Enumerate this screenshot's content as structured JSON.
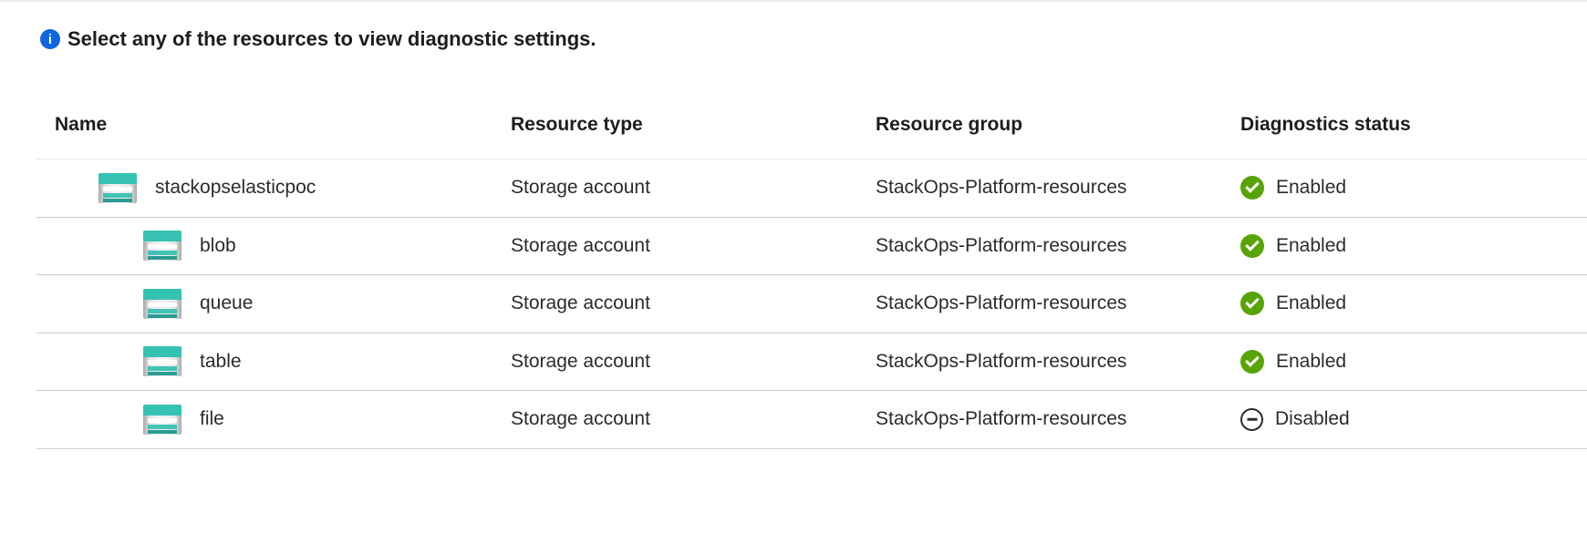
{
  "banner": {
    "icon": "info-icon",
    "text": "Select any of the resources to view diagnostic settings."
  },
  "table": {
    "columns": [
      "Name",
      "Resource type",
      "Resource group",
      "Diagnostics status"
    ],
    "rows": [
      {
        "name": "stackopselasticpoc",
        "indent": 0,
        "icon": "storage-account-icon",
        "type": "Storage account",
        "group": "StackOps-Platform-resources",
        "status": "Enabled"
      },
      {
        "name": "blob",
        "indent": 1,
        "icon": "storage-account-icon",
        "type": "Storage account",
        "group": "StackOps-Platform-resources",
        "status": "Enabled"
      },
      {
        "name": "queue",
        "indent": 1,
        "icon": "storage-account-icon",
        "type": "Storage account",
        "group": "StackOps-Platform-resources",
        "status": "Enabled"
      },
      {
        "name": "table",
        "indent": 1,
        "icon": "storage-account-icon",
        "type": "Storage account",
        "group": "StackOps-Platform-resources",
        "status": "Enabled"
      },
      {
        "name": "file",
        "indent": 1,
        "icon": "storage-account-icon",
        "type": "Storage account",
        "group": "StackOps-Platform-resources",
        "status": "Disabled"
      }
    ],
    "status_icons": {
      "Enabled": "checkmark-circle-icon",
      "Disabled": "minus-circle-icon"
    }
  },
  "colors": {
    "info_blue": "#0d66e0",
    "enabled_green": "#58a405",
    "disabled_gray": "#2b2b2b",
    "storage_teal": "#35c2b2",
    "storage_teal_mid": "#41c3b6",
    "storage_teal_dark": "#2a9c91",
    "row_divider": "#cdcdcd",
    "header_divider": "#e9e9e9",
    "text_primary": "#222222"
  }
}
